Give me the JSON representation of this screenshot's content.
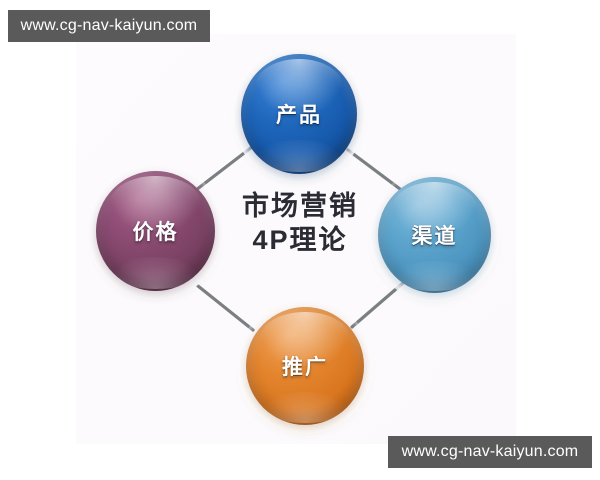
{
  "watermarks": {
    "top_left": "www.cg-nav-kaiyun.com",
    "bottom_right": "www.cg-nav-kaiyun.com"
  },
  "diagram": {
    "center": {
      "line1": "市场营销",
      "line2": "4P理论"
    },
    "nodes": [
      {
        "id": "product",
        "label": "产品",
        "color": "#1f68bd",
        "position": "top"
      },
      {
        "id": "channel",
        "label": "渠道",
        "color": "#5ea6ce",
        "position": "right"
      },
      {
        "id": "promotion",
        "label": "推广",
        "color": "#e4862f",
        "position": "bottom"
      },
      {
        "id": "price",
        "label": "价格",
        "color": "#8d4c74",
        "position": "left"
      }
    ],
    "connector_color": "#7b7f84",
    "panel_background": "#fcfafc"
  }
}
